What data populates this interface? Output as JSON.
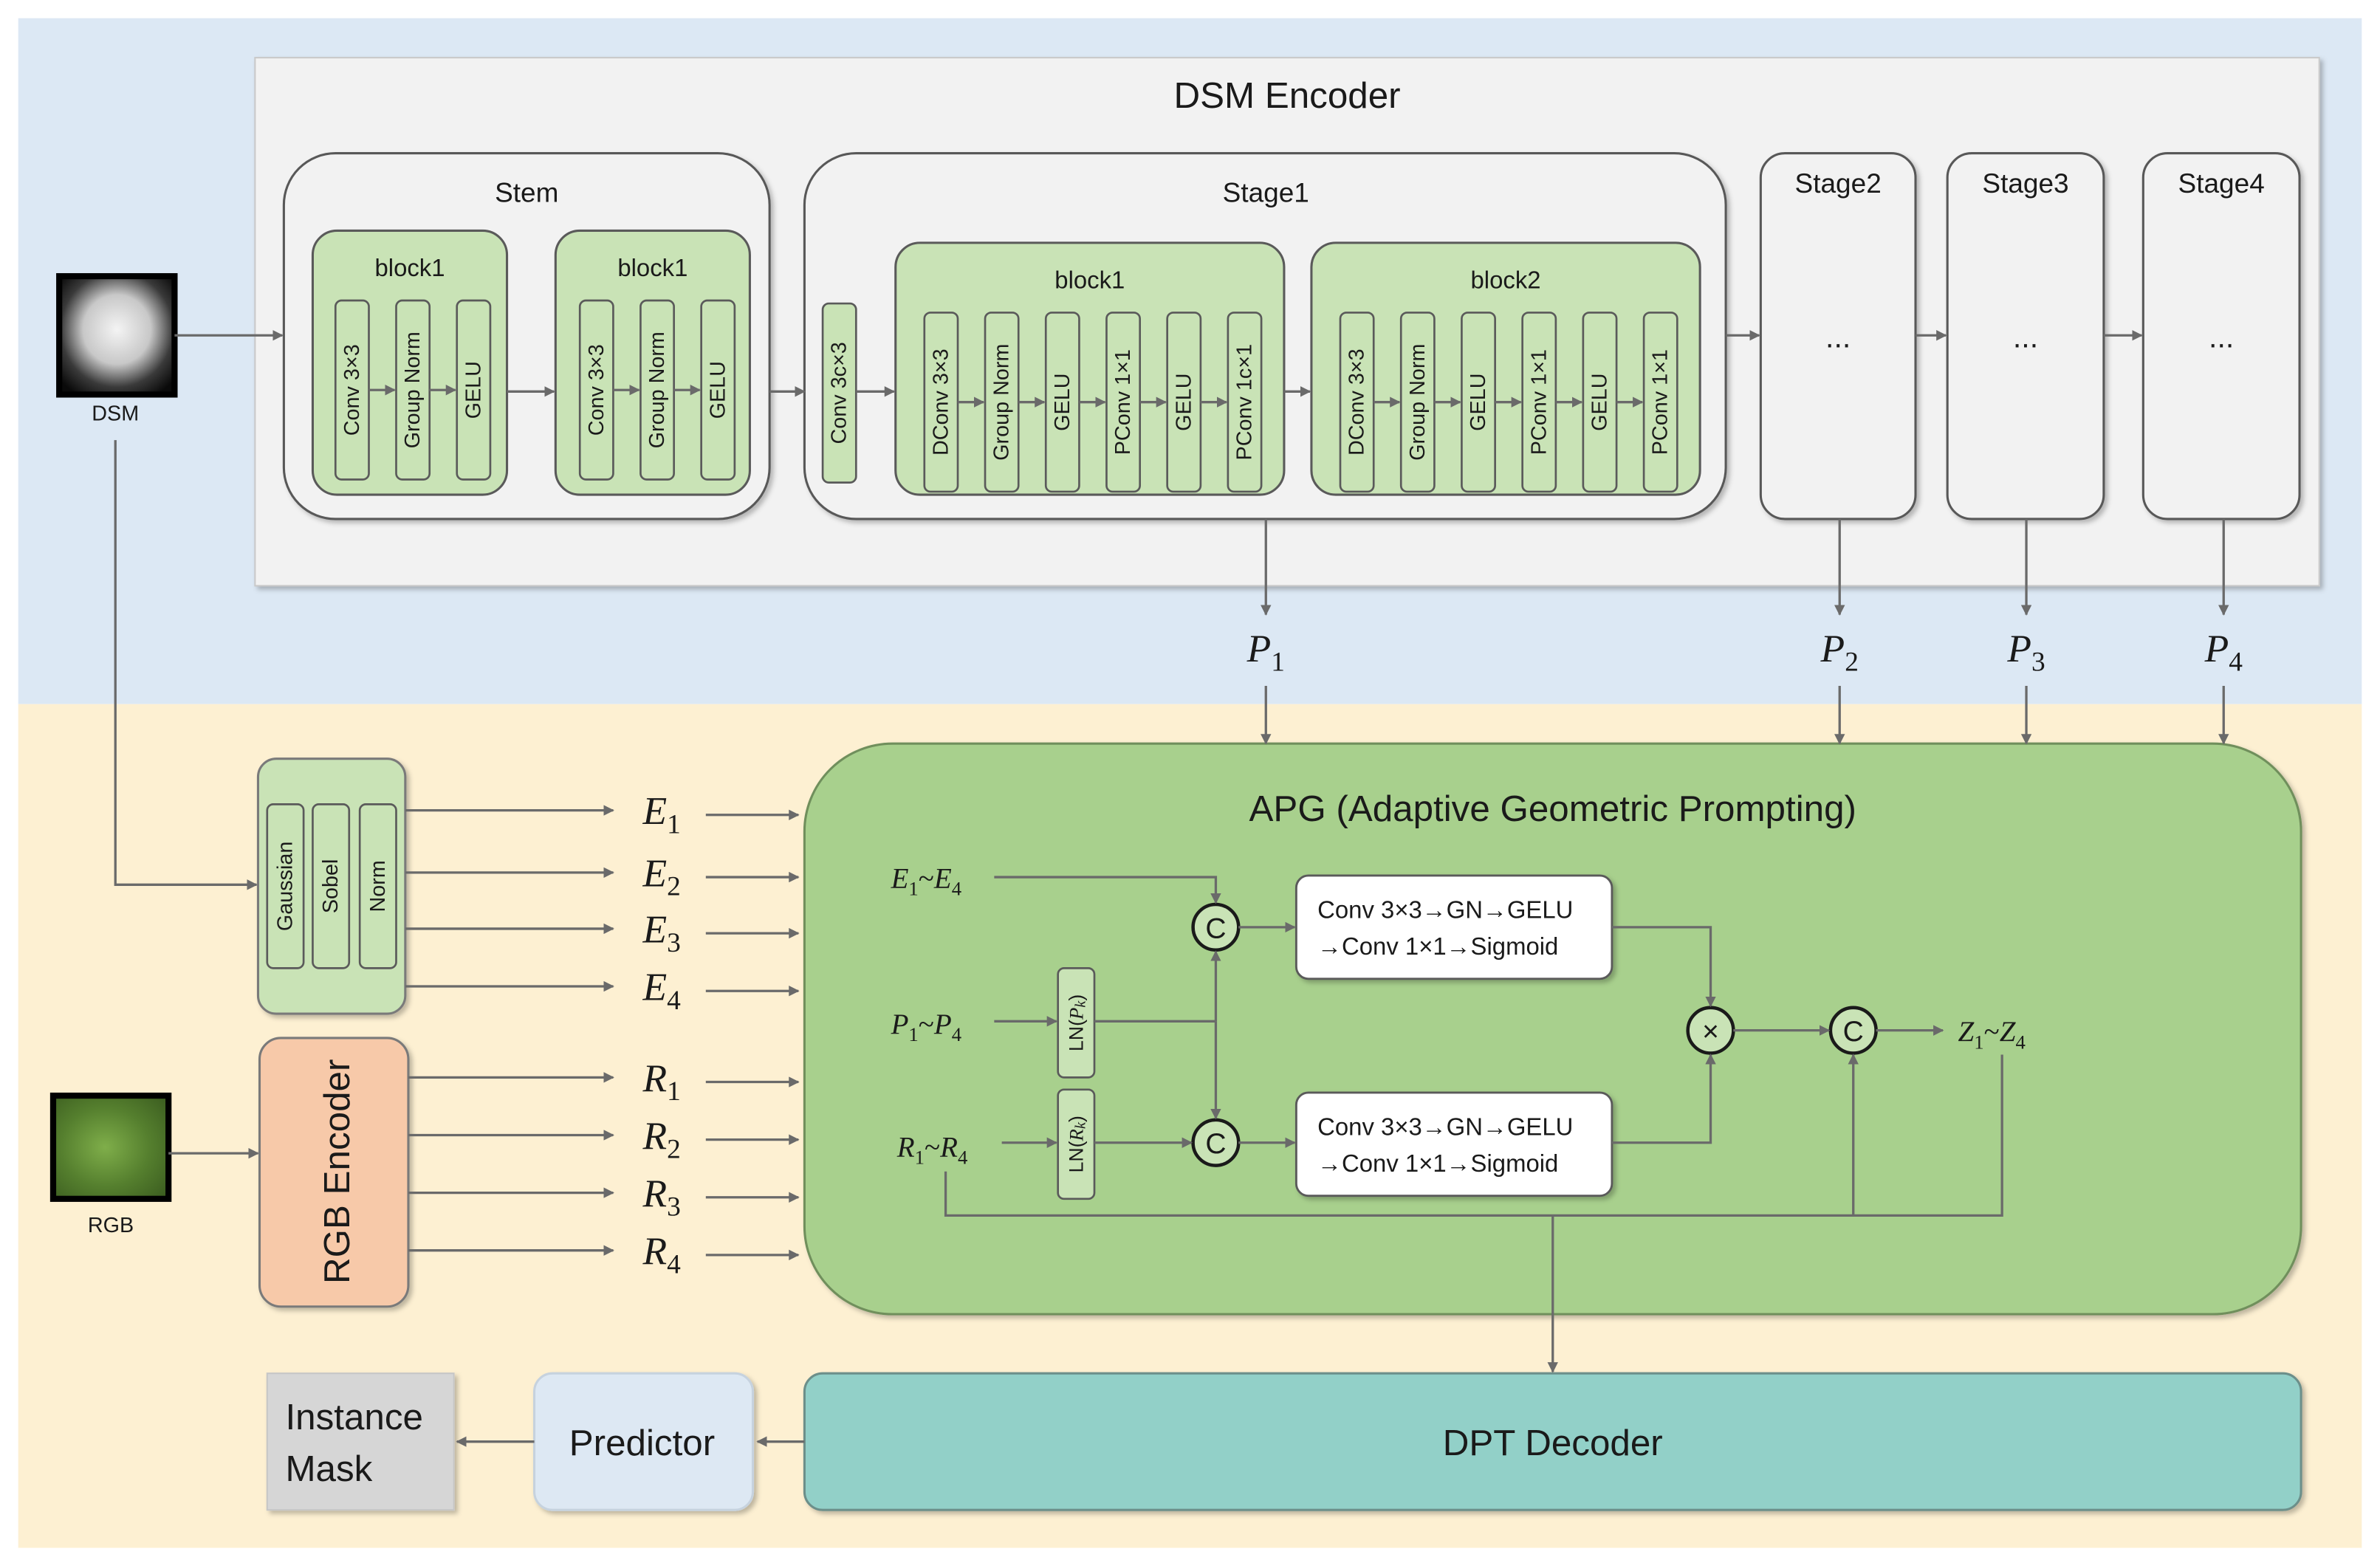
{
  "encoder": {
    "title": "DSM Encoder",
    "stem": {
      "title": "Stem",
      "blocks": [
        {
          "title": "block1",
          "ops": [
            "Conv 3×3",
            "Group Norm",
            "GELU"
          ]
        },
        {
          "title": "block1",
          "ops": [
            "Conv 3×3",
            "Group Norm",
            "GELU"
          ]
        }
      ]
    },
    "stage1": {
      "title": "Stage1",
      "pre_op": "Conv 3c×3",
      "blocks": [
        {
          "title": "block1",
          "ops": [
            "DConv 3×3",
            "Group Norm",
            "GELU",
            "PConv 1×1",
            "GELU",
            "PConv 1c×1"
          ]
        },
        {
          "title": "block2",
          "ops": [
            "DConv 3×3",
            "Group Norm",
            "GELU",
            "PConv 1×1",
            "GELU",
            "PConv 1×1"
          ]
        }
      ]
    },
    "stages": [
      {
        "title": "Stage2",
        "body": "..."
      },
      {
        "title": "Stage3",
        "body": "..."
      },
      {
        "title": "Stage4",
        "body": "..."
      }
    ]
  },
  "inputs": {
    "dsm": "DSM",
    "rgb": "RGB"
  },
  "features": {
    "P": {
      "base": "P",
      "subs": [
        "1",
        "2",
        "3",
        "4"
      ]
    },
    "E": {
      "base": "E",
      "subs": [
        "1",
        "2",
        "3",
        "4"
      ]
    },
    "R": {
      "base": "R",
      "subs": [
        "1",
        "2",
        "3",
        "4"
      ]
    }
  },
  "edge_ops": [
    "Gaussian",
    "Sobel",
    "Norm"
  ],
  "rgb_encoder": "RGB Encoder",
  "apg": {
    "title": "APG (Adaptive Geometric Prompting)",
    "e_range": {
      "a": "E",
      "a_sub": "1",
      "b": "E",
      "b_sub": "4"
    },
    "p_range": {
      "a": "P",
      "a_sub": "1",
      "b": "P",
      "b_sub": "4"
    },
    "r_range": {
      "a": "R",
      "a_sub": "1",
      "b": "R",
      "b_sub": "4"
    },
    "z_range": {
      "a": "Z",
      "a_sub": "1",
      "b": "Z",
      "b_sub": "4"
    },
    "tilde": "~",
    "ln_p": {
      "prefix": "LN(",
      "var": "P",
      "sub": "k",
      "suffix": ")"
    },
    "ln_r": {
      "prefix": "LN(",
      "var": "R",
      "sub": "k",
      "suffix": ")"
    },
    "concat": "C",
    "multiply": "×",
    "conv_line1": "Conv 3×3→GN→GELU",
    "conv_line2": "→Conv 1×1→Sigmoid"
  },
  "decoder": "DPT Decoder",
  "predictor": "Predictor",
  "output": {
    "line1": "Instance",
    "line2": "Mask"
  },
  "colors": {
    "top_bg": "#dce8f4",
    "bottom_bg": "#fdf0d2",
    "panel": "#f2f2f2",
    "green_block": "#c9e3b6",
    "apg": "#a8d08d",
    "rgb_encoder": "#f7c9a9",
    "decoder": "#92d0c8",
    "predictor": "#dde8f3",
    "mask": "#d6d6d6"
  }
}
